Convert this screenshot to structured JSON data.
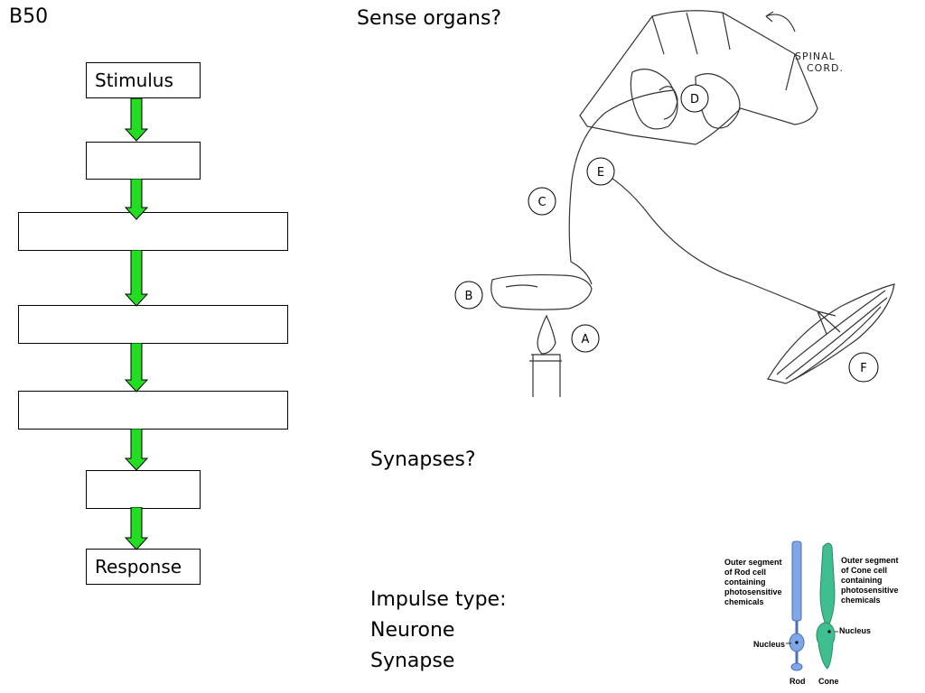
{
  "slide_id": "B50",
  "questions": {
    "sense_organs": "Sense organs?",
    "synapses": "Synapses?",
    "impulse_type": "Impulse type:",
    "neurone": "Neurone",
    "synapse": "Synapse"
  },
  "flowchart": {
    "boxes": [
      "Stimulus",
      "",
      "",
      "",
      "",
      "",
      "Response"
    ],
    "arrow_color": "#22dd22"
  },
  "reflex_diagram": {
    "labels": [
      "A",
      "B",
      "C",
      "D",
      "E",
      "F"
    ],
    "spinal_cord_label_line1": "SPINAL",
    "spinal_cord_label_line2": "CORD."
  },
  "eye_cells": {
    "rod_outer_label": [
      "Outer segment",
      "of Rod cell",
      "containing",
      "photosensitive",
      "chemicals"
    ],
    "cone_outer_label": [
      "Outer segment",
      "of Cone cell",
      "containing",
      "photosensitive",
      "chemicals"
    ],
    "nucleus_left": "Nucleus",
    "nucleus_right": "Nucleus",
    "rod": "Rod",
    "cone": "Cone",
    "rod_color": "#7fa6e6",
    "cone_color": "#3fbf8f"
  }
}
